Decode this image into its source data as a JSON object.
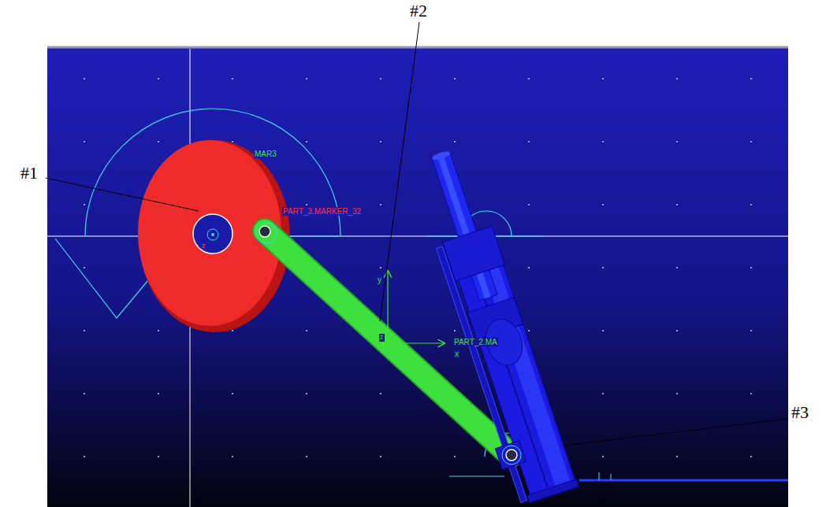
{
  "diagram": {
    "labels": [
      "#1",
      "#2",
      "#3",
      "MAR3",
      "PART_3.MARKER_32",
      "PART_2.MA",
      "y",
      "x",
      "z",
      "z"
    ]
  }
}
